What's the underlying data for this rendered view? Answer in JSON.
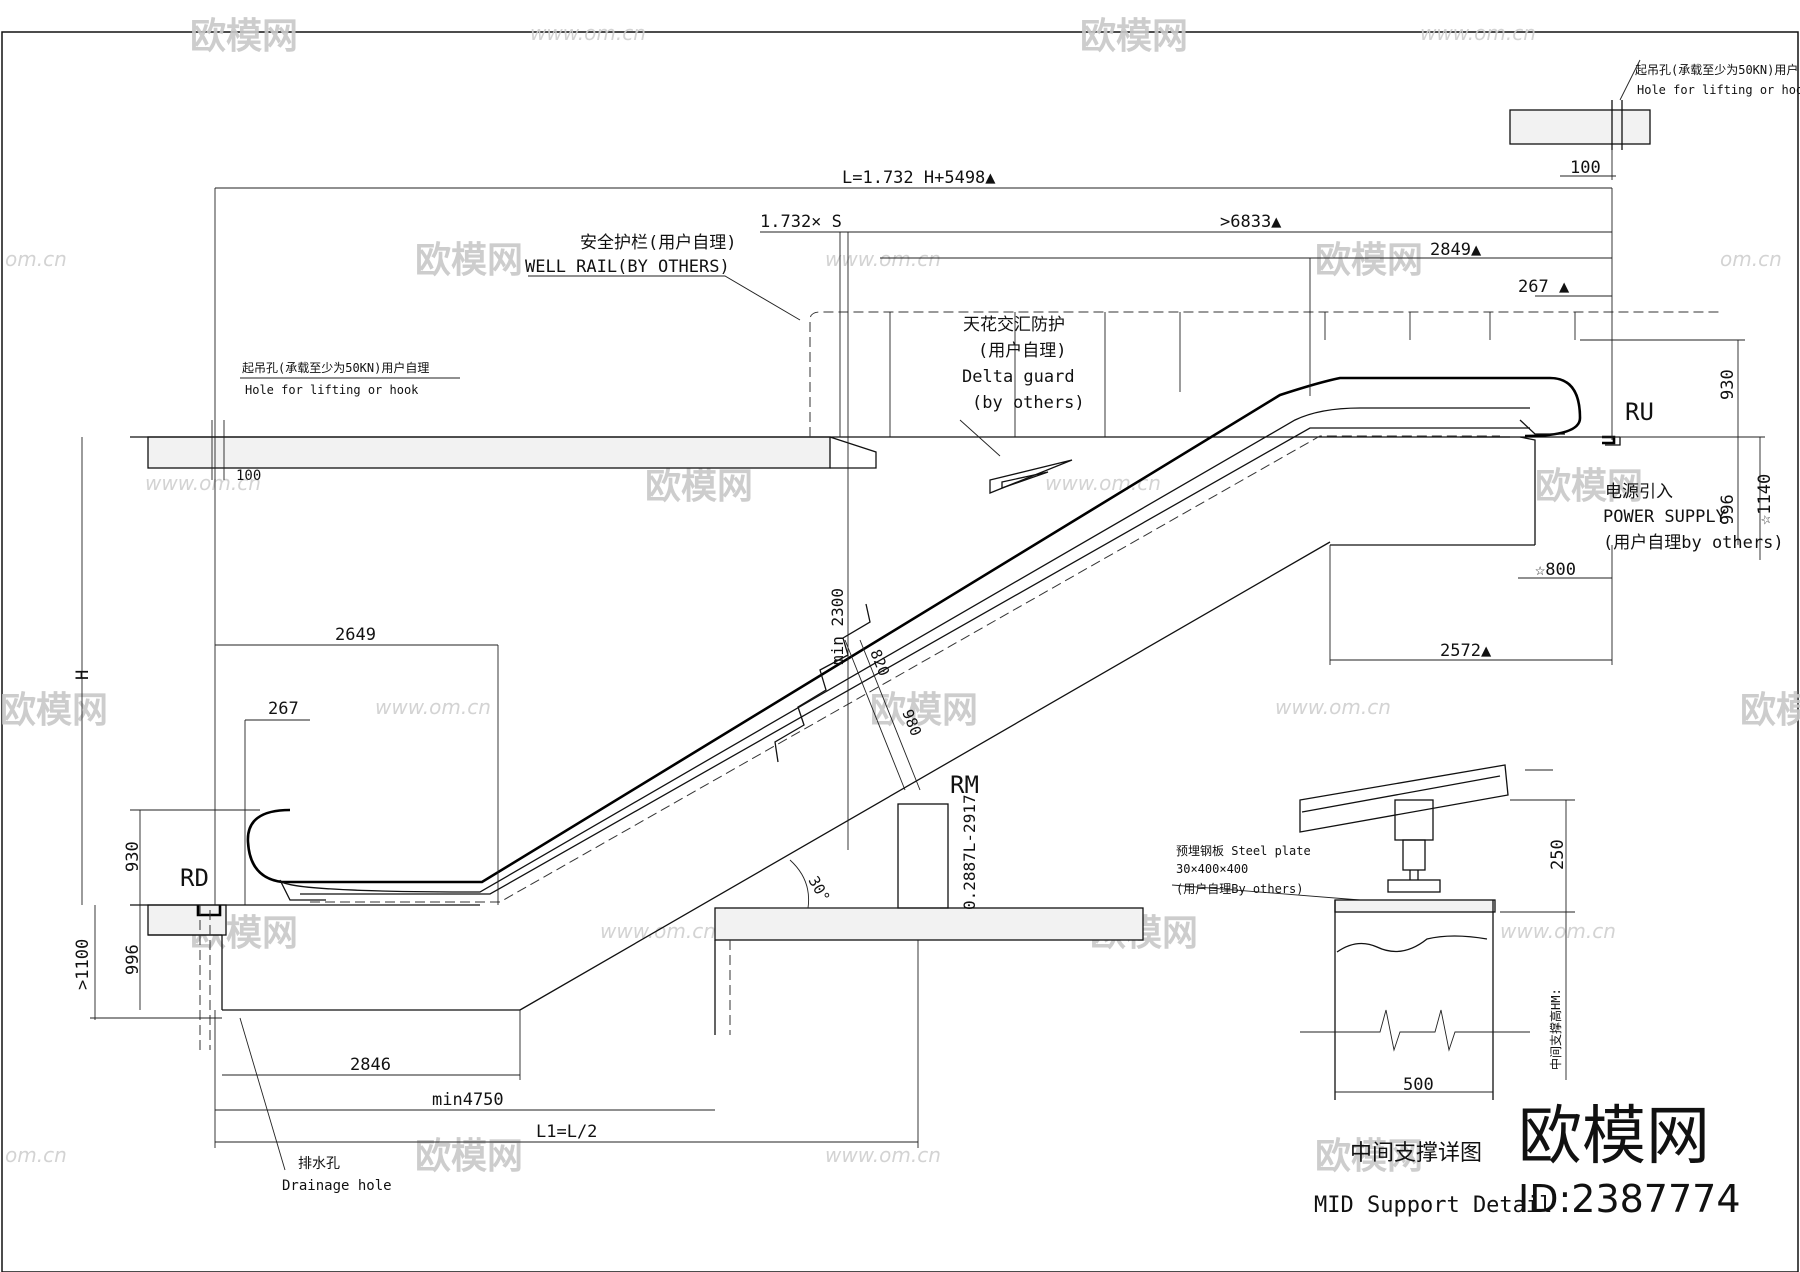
{
  "dimensions": {
    "total_length": "L=1.732 H+5498▲",
    "s_length": "1.732× S",
    "upper_min": ">6833▲",
    "upper_2849": "2849▲",
    "upper_267": "267 ▲",
    "upper_930": "930",
    "upper_996": "996",
    "upper_1140": "☆1140",
    "upper_800": "☆800",
    "upper_2572": "2572▲",
    "lower_2649": "2649",
    "lower_267": "267",
    "lower_930": "930",
    "lower_1100": ">1100",
    "lower_996": "996",
    "lower_2846": "2846",
    "min_4750": "min4750",
    "l1": "L1=L/2",
    "min_2300": "min 2300",
    "d820": "820",
    "d980": "980",
    "rm_formula": "0.2887L-2917",
    "height": "H",
    "angle": "30°",
    "hole_100_left": "100",
    "hole_100_right": "100",
    "support_250": "250",
    "support_500": "500"
  },
  "labels": {
    "well_rail_cn": "安全护栏(用户自理)",
    "well_rail_en": "WELL RAIL(BY OTHERS)",
    "delta_cn_1": "天花交汇防护",
    "delta_cn_2": "(用户自理)",
    "delta_en_1": "Delta guard",
    "delta_en_2": "(by others)",
    "hook_cn": "起吊孔(承载至少为50KN)用户自理",
    "hook_en": "Hole for lifting or hook",
    "power_cn": "电源引入",
    "power_en": "POWER SUPPLY",
    "power_by": "(用户自理by others)",
    "ru": "RU",
    "rd": "RD",
    "rm": "RM",
    "drain_cn": "排水孔",
    "drain_en": "Drainage hole",
    "steel_cn": "预埋钢板 Steel plate",
    "steel_size": "30×400×400",
    "steel_by": "(用户自理By others)",
    "mid_height": "中间支撑高HM:",
    "detail_cn": "中间支撑详图",
    "detail_en": "MID Support Detail"
  },
  "watermark": {
    "brand": "欧模网",
    "url": "www.om.cn",
    "short": "om.cn",
    "id": "ID:2387774"
  }
}
